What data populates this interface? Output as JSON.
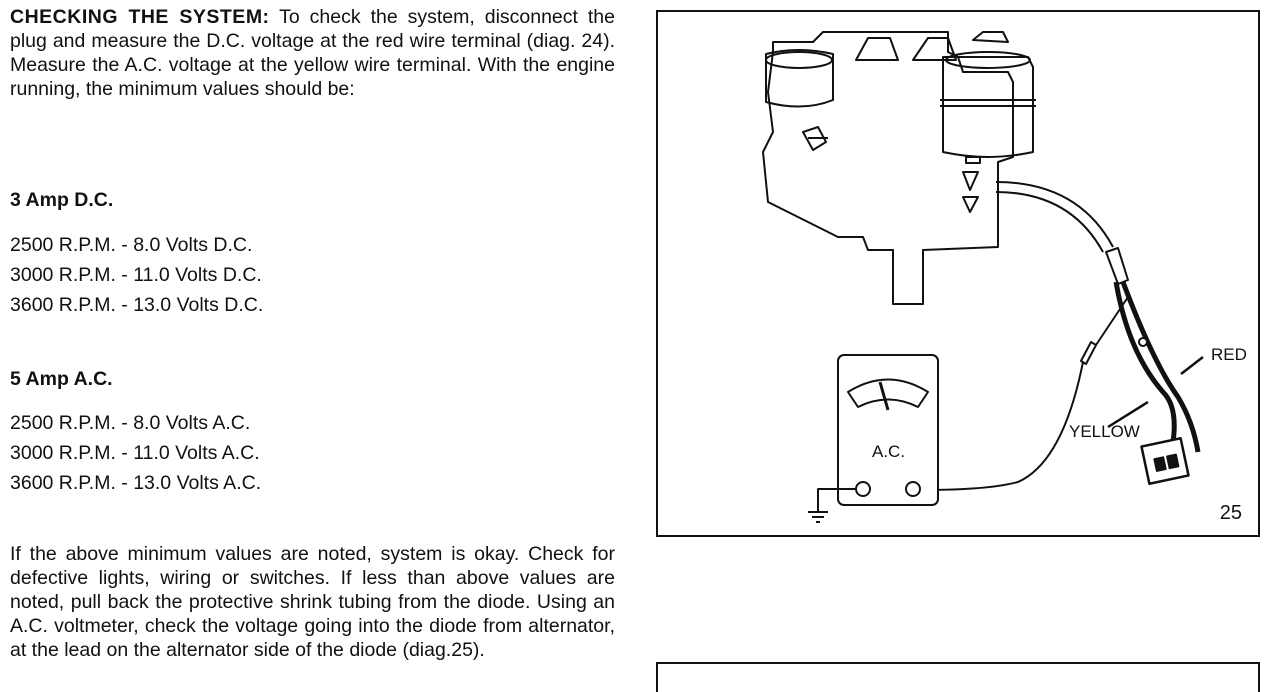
{
  "intro": {
    "lead": "CHECKING THE SYSTEM:",
    "text": " To check the system, disconnect the plug and measure the D.C. voltage at the red wire terminal (diag. 24). Measure the A.C. voltage at the yellow wire terminal. With the engine running, the minimum values should be:"
  },
  "dc_section": {
    "heading": "3 Amp D.C.",
    "rows": [
      "2500 R.P.M. - 8.0 Volts D.C.",
      "3000 R.P.M. - 11.0 Volts D.C.",
      "3600 R.P.M. - 13.0 Volts D.C."
    ]
  },
  "ac_section": {
    "heading": "5 Amp A.C.",
    "rows": [
      "2500 R.P.M. - 8.0 Volts A.C.",
      "3000 R.P.M. - 11.0 Volts A.C.",
      "3600 R.P.M. - 13.0 Volts A.C."
    ]
  },
  "closing": "If the above minimum values are noted, system is okay. Check for defective lights, wiring or switches. If less than above values are noted, pull back the protective shrink tubing from the diode. Using an A.C. voltmeter, check the voltage going into the diode from alternator, at the lead on the alternator side of the diode (diag.25).",
  "diagram": {
    "meter_label": "A.C.",
    "red_label": "RED",
    "yellow_label": "YELLOW",
    "figure_number": "25"
  }
}
